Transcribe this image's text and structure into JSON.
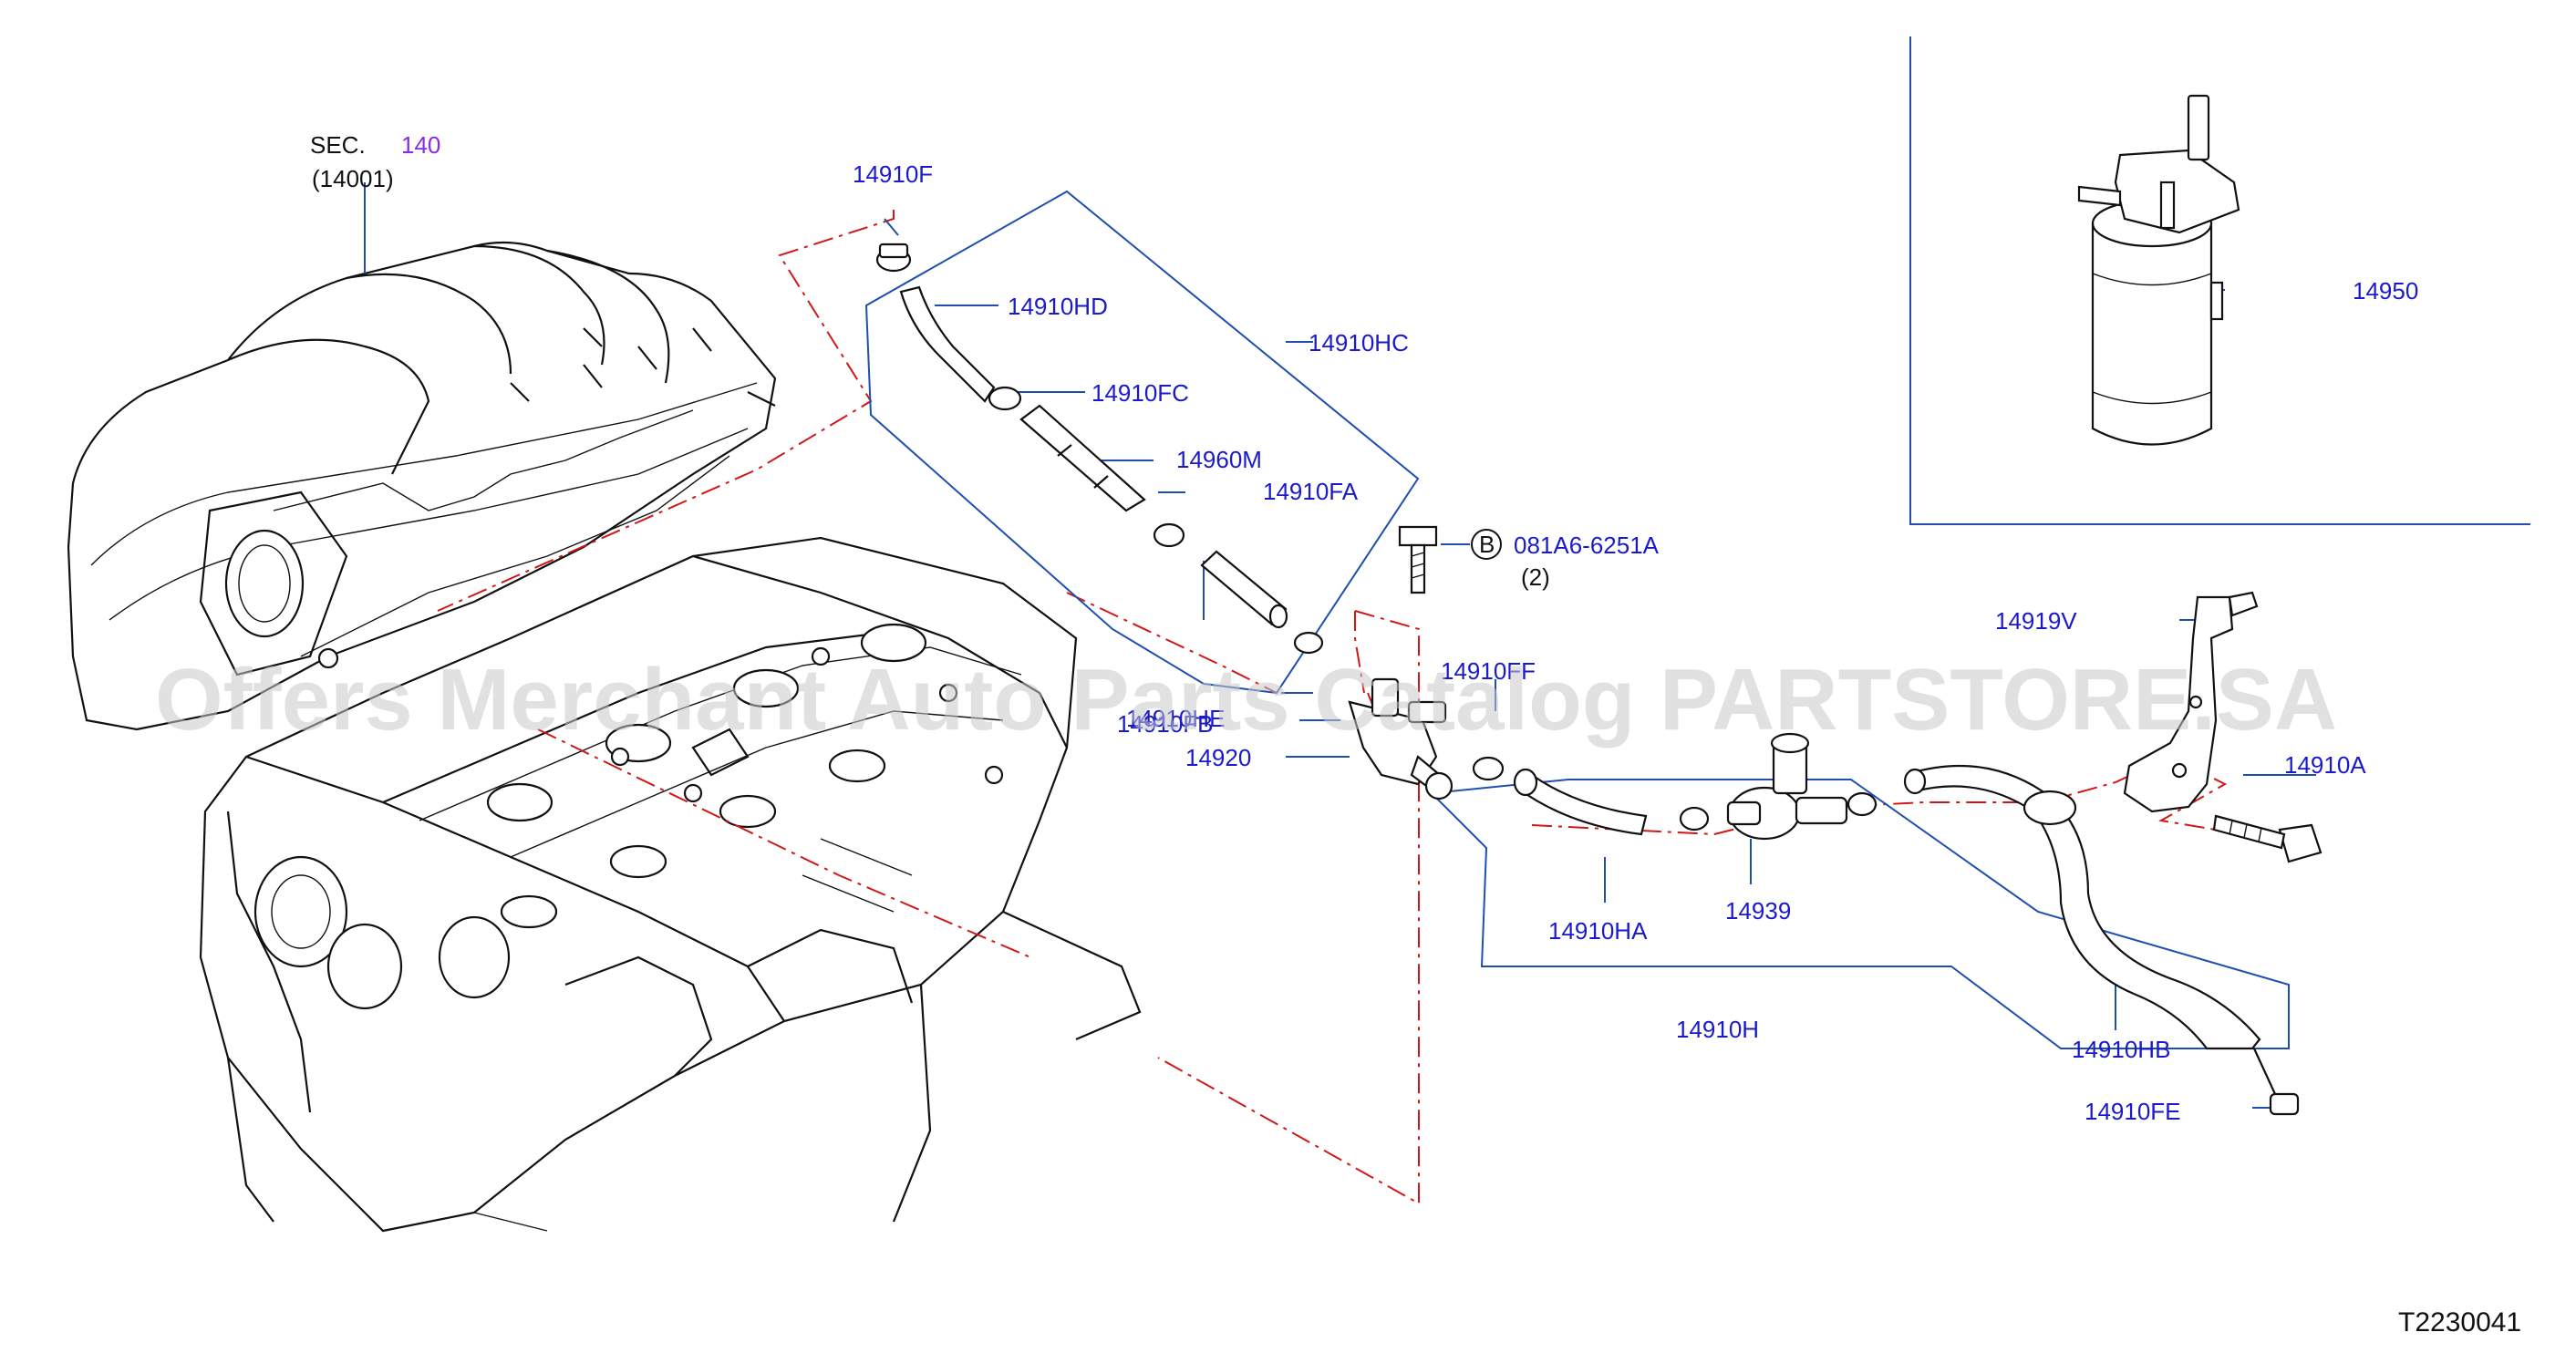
{
  "diagram": {
    "section": {
      "prefix": "SEC.",
      "number": "140",
      "part": "(14001)"
    },
    "bolt_ref": {
      "letter": "B",
      "code": "081A6-6251A",
      "qty": "(2)"
    },
    "drawing_id": "T2230041",
    "watermark": "Offers Merchant Auto Parts Catalog PARTSTORE.SA",
    "part_labels": [
      "14910F",
      "14910HD",
      "14910HC",
      "14910FC",
      "14960M",
      "14910FA",
      "14910HE",
      "14910FF",
      "14910FB",
      "14920",
      "14950",
      "14919V",
      "14910A",
      "14910HA",
      "14939",
      "14910H",
      "14910HB",
      "14910FE"
    ],
    "colors": {
      "label": "#1a1acc",
      "leader": "#1e4fb0",
      "dashed": "#d01818",
      "section_number": "#8a2be2"
    }
  }
}
